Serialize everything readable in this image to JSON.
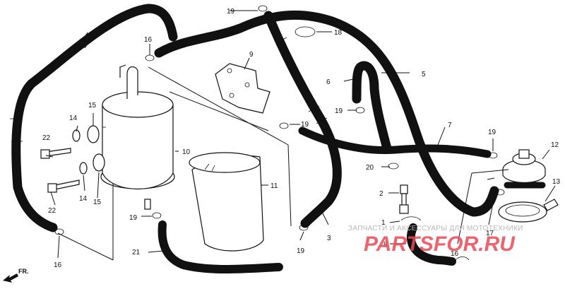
{
  "diagram": {
    "callouts": {
      "c1": "1",
      "c2": "2",
      "c3": "3",
      "c4": "4",
      "c5": "5",
      "c6": "6",
      "c7": "7",
      "c8": "8",
      "c9": "9",
      "c10": "10",
      "c11": "11",
      "c12": "12",
      "c13": "13",
      "c14a": "14",
      "c14b": "14",
      "c15a": "15",
      "c15b": "15",
      "c16a": "16",
      "c16b": "16",
      "c16c": "16",
      "c17": "17",
      "c18": "18",
      "c19a": "19",
      "c19b": "19",
      "c19c": "19",
      "c19d": "19",
      "c19e": "19",
      "c19f": "19",
      "c20": "20",
      "c21": "21",
      "c22a": "22",
      "c22b": "22"
    },
    "direction_label": "FR."
  },
  "watermark": {
    "line1": "ЗАПЧАСТИ И АКСЕССУАРЫ ДЛЯ МОТОТЕХНИКИ",
    "line2": "PARTSFOR.RU"
  }
}
